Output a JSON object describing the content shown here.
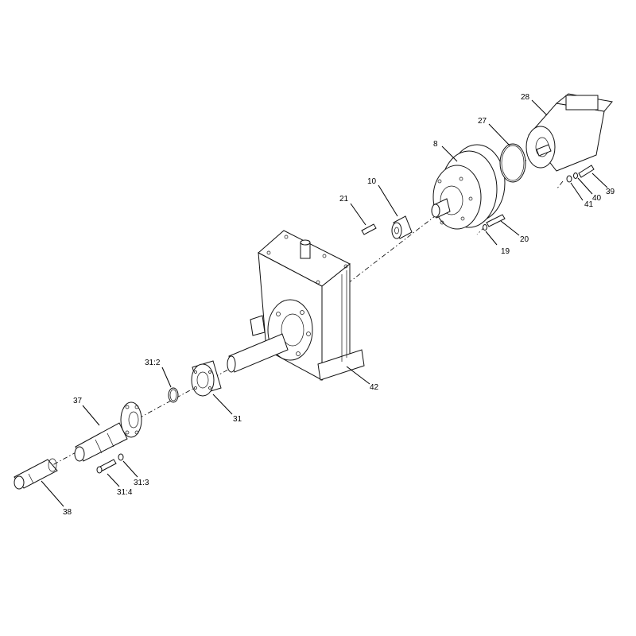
{
  "callouts": [
    {
      "id": "28",
      "text": "28"
    },
    {
      "id": "27",
      "text": "27"
    },
    {
      "id": "8",
      "text": "8"
    },
    {
      "id": "10",
      "text": "10"
    },
    {
      "id": "21",
      "text": "21"
    },
    {
      "id": "39",
      "text": "39"
    },
    {
      "id": "40",
      "text": "40"
    },
    {
      "id": "41",
      "text": "41"
    },
    {
      "id": "20",
      "text": "20"
    },
    {
      "id": "19",
      "text": "19"
    },
    {
      "id": "42",
      "text": "42"
    },
    {
      "id": "31_2",
      "text": "31:2"
    },
    {
      "id": "31",
      "text": "31"
    },
    {
      "id": "37",
      "text": "37"
    },
    {
      "id": "31_3",
      "text": "31:3"
    },
    {
      "id": "31_4",
      "text": "31:4"
    },
    {
      "id": "38",
      "text": "38"
    }
  ]
}
